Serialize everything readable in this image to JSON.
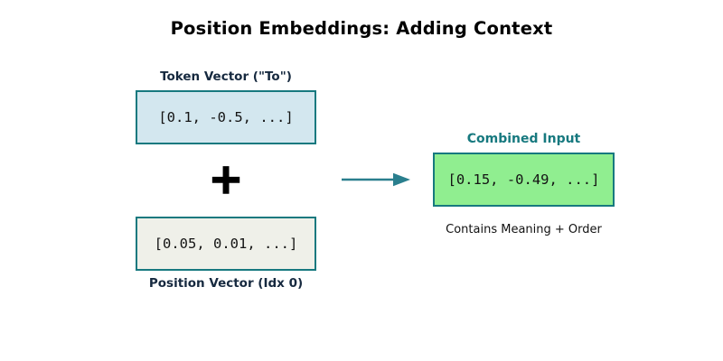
{
  "title": "Position Embeddings: Adding Context",
  "diagram": {
    "token": {
      "label": "Token Vector (\"To\")",
      "value": "[0.1, -0.5, ...]"
    },
    "operator": "+",
    "position": {
      "label": "Position Vector (Idx 0)",
      "value": "[0.05, 0.01, ...]"
    },
    "combined": {
      "label": "Combined Input",
      "value": "[0.15, -0.49, ...]",
      "caption": "Contains Meaning + Order"
    }
  },
  "icons": {
    "arrow": "right-arrow-icon",
    "plus": "plus-operator"
  },
  "colors": {
    "background": "#ffffff",
    "title_text": "#000000",
    "navy_label": "#16293f",
    "teal_border": "#17797f",
    "teal_label": "#17797f",
    "arrow": "#2a7f8e",
    "token_fill": "#d3e7ef",
    "position_fill": "#eff0e9",
    "combined_fill": "#90ee90",
    "mono_text": "#141414"
  }
}
